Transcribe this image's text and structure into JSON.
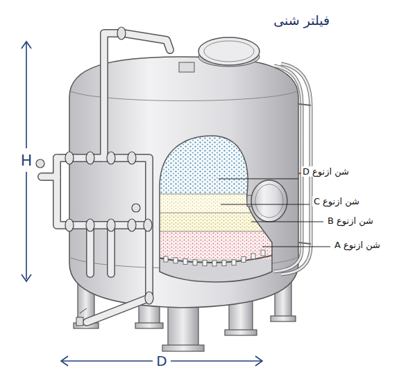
{
  "diagram": {
    "title": "فیلتر شنی",
    "labels": [
      "شن ازنوع D",
      "شن ازنوع C",
      "شن ازنوع B",
      "شن ازنوع A",
      "H",
      "D"
    ]
  }
}
